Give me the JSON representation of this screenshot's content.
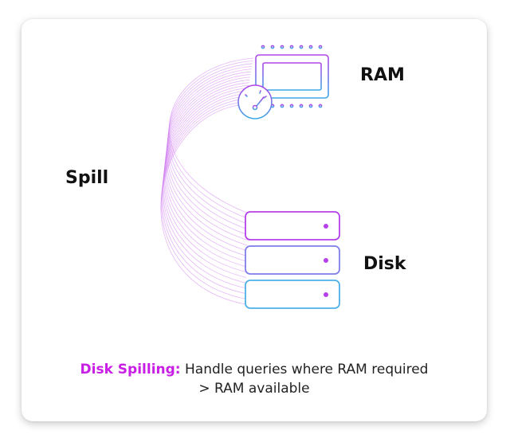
{
  "labels": {
    "ram": "RAM",
    "spill": "Spill",
    "disk": "Disk"
  },
  "caption": {
    "highlight": "Disk Spilling:",
    "line1": "Handle queries where RAM required",
    "line2": "> RAM available"
  },
  "icons": {
    "ram": "ram-chip-icon",
    "gauge": "speed-gauge-icon",
    "disk": "disk-stack-icon"
  },
  "colors": {
    "accent_magenta": "#c81ee6",
    "accent_purple": "#9b4de0",
    "accent_blue": "#3fa9e6",
    "spill_stream": "#cf7cf0"
  }
}
